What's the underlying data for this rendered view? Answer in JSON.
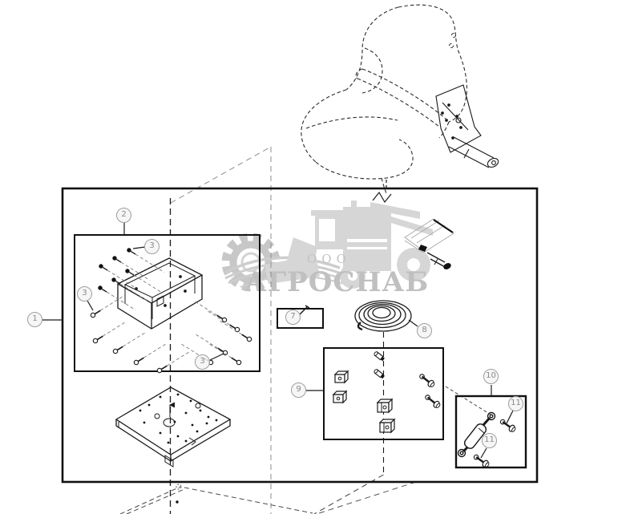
{
  "watermark": {
    "org_type": "ООО",
    "name": "АГРОСНАБ",
    "color": "#c9c9c9"
  },
  "callouts": {
    "c1": {
      "label": "1"
    },
    "c2": {
      "label": "2"
    },
    "c3a": {
      "label": "3"
    },
    "c3b": {
      "label": "3"
    },
    "c3c": {
      "label": "3"
    },
    "c7": {
      "label": "7"
    },
    "c8": {
      "label": "8"
    },
    "c9": {
      "label": "9"
    },
    "c10": {
      "label": "10"
    },
    "c11a": {
      "label": "11"
    },
    "c11b": {
      "label": "11"
    }
  },
  "colors": {
    "line": "#1a1a1a",
    "watermark": "#c9c9c9",
    "callout": "#8a8a8a"
  }
}
